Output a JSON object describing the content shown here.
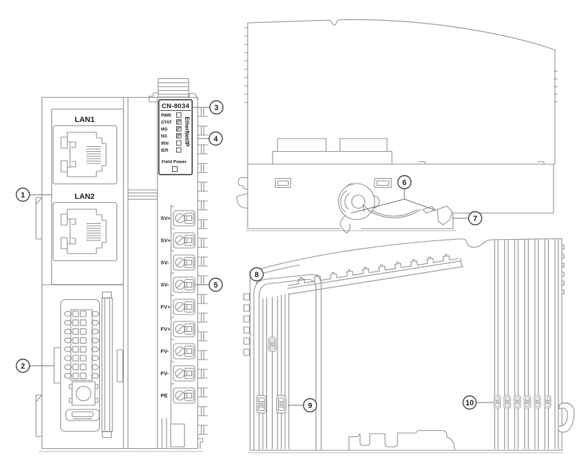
{
  "colors": {
    "line": "#8e8e8e",
    "dark": "#474747",
    "text": "#1b1b1b",
    "background": "#ffffff"
  },
  "left_view": {
    "ethernet_ports": [
      {
        "label": "LAN1"
      },
      {
        "label": "LAN2"
      }
    ],
    "status_panel": {
      "model": "CN-8034",
      "protocol": "EtherNet/IP",
      "field_power_label": "Field Power",
      "leds": [
        {
          "label": "PWR",
          "checked": false
        },
        {
          "label": "STAT",
          "checked": true
        },
        {
          "label": "MS",
          "checked": true
        },
        {
          "label": "NS",
          "checked": true
        },
        {
          "label": "IRN",
          "checked": false
        },
        {
          "label": "IER",
          "checked": false
        }
      ]
    },
    "terminal_labels": [
      "SV+",
      "SV+",
      "SV-",
      "SV-",
      "FV+",
      "FV+",
      "FV-",
      "FV-",
      "PE"
    ]
  },
  "callouts": [
    {
      "number": "1"
    },
    {
      "number": "2"
    },
    {
      "number": "3"
    },
    {
      "number": "4"
    },
    {
      "number": "5"
    },
    {
      "number": "6"
    },
    {
      "number": "7"
    },
    {
      "number": "8"
    },
    {
      "number": "9"
    },
    {
      "number": "10"
    }
  ]
}
